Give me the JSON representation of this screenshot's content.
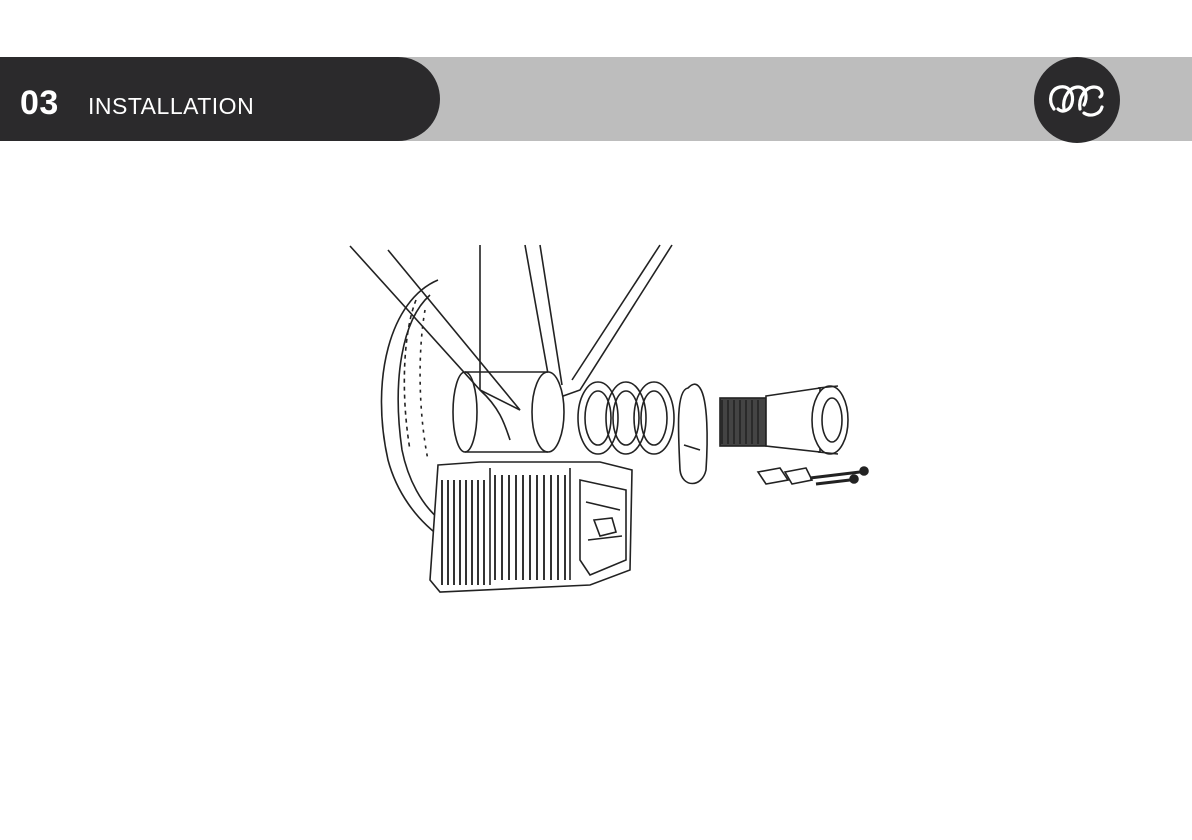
{
  "header": {
    "section_number": "03",
    "section_title": "INSTALLATION",
    "logo_icon": "brand-logo-icon",
    "dark_color": "#2b2a2c",
    "band_color": "#bdbdbd"
  },
  "illustration": {
    "icon": "bottom-bracket-install-diagram",
    "parts": [
      "frame",
      "chainring",
      "power-meter",
      "spacer-ring",
      "spacer-ring",
      "spacer-ring",
      "shim",
      "bottom-bracket",
      "wedge",
      "wedge",
      "bolt",
      "bolt"
    ]
  }
}
